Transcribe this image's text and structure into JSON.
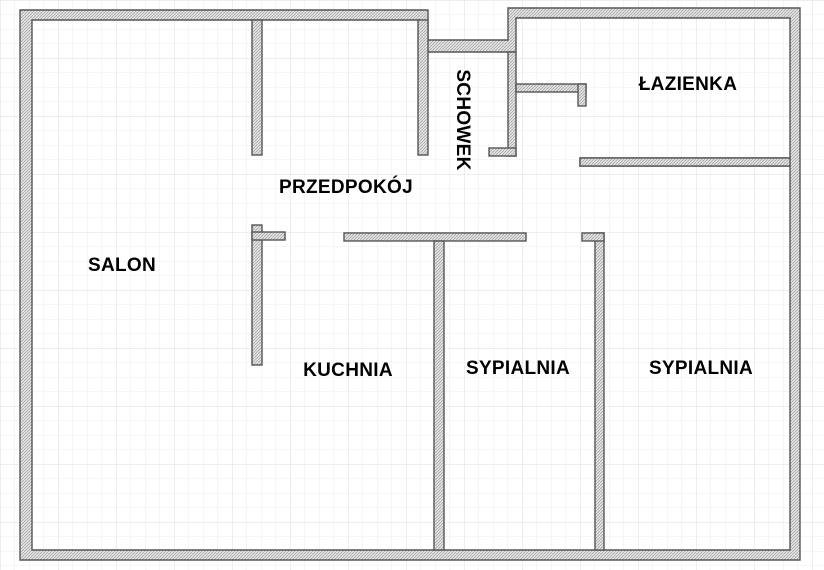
{
  "rooms": {
    "salon": "SALON",
    "przedpokoj": "PRZEDPOKÓJ",
    "schowek": "SCHOWEK",
    "lazienka": "ŁAZIENKA",
    "kuchnia": "KUCHNIA",
    "sypialnia_1": "SYPIALNIA",
    "sypialnia_2": "SYPIALNIA"
  },
  "colors": {
    "background": "#ffffff",
    "grid": "#e4e4e4",
    "wall_outline": "#555555",
    "wall_hatch": "#b5b5b5",
    "label": "#000000"
  }
}
